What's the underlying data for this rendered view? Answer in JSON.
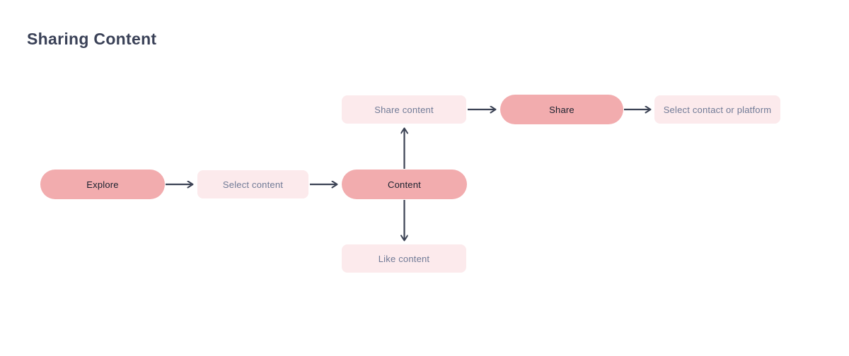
{
  "page": {
    "title": "Sharing Content"
  },
  "diagram": {
    "nodes": [
      {
        "id": "explore",
        "label": "Explore",
        "shape": "pill"
      },
      {
        "id": "select-content",
        "label": "Select content",
        "shape": "rect"
      },
      {
        "id": "content",
        "label": "Content",
        "shape": "pill"
      },
      {
        "id": "share-content",
        "label": "Share content",
        "shape": "rect"
      },
      {
        "id": "share",
        "label": "Share",
        "shape": "pill"
      },
      {
        "id": "select-contact-or-platform",
        "label": "Select contact or platform",
        "shape": "rect"
      },
      {
        "id": "like-content",
        "label": "Like content",
        "shape": "rect"
      }
    ],
    "edges": [
      {
        "from": "explore",
        "to": "select-content",
        "direction": "right"
      },
      {
        "from": "select-content",
        "to": "content",
        "direction": "right"
      },
      {
        "from": "content",
        "to": "share-content",
        "direction": "up"
      },
      {
        "from": "content",
        "to": "like-content",
        "direction": "down"
      },
      {
        "from": "share-content",
        "to": "share",
        "direction": "right"
      },
      {
        "from": "share",
        "to": "select-contact-or-platform",
        "direction": "right"
      }
    ]
  },
  "colors": {
    "pill_fill": "#F2ACAE",
    "rect_fill": "#FCEAEC",
    "arrow": "#3B4254",
    "title_text": "#3A4157",
    "pill_text": "#19202E",
    "rect_text": "#707A96",
    "background": "#FFFFFF"
  }
}
